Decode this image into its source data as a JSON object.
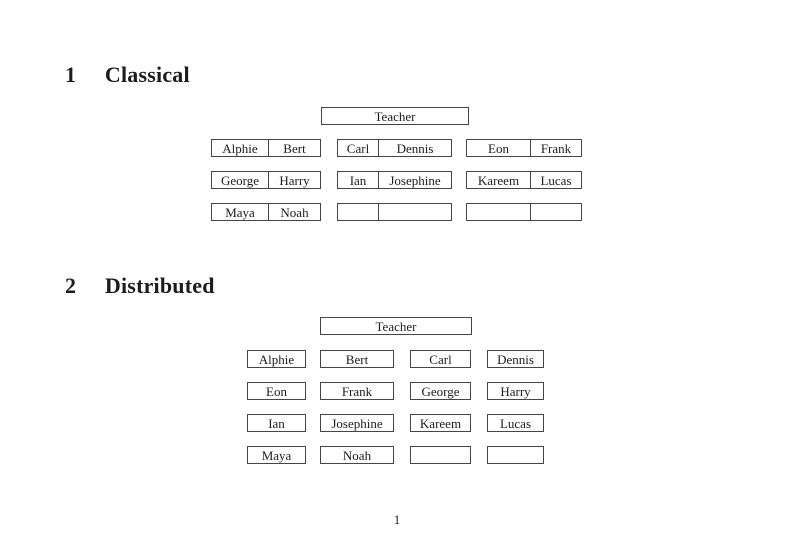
{
  "page": {
    "number": "1"
  },
  "sections": {
    "classical": {
      "heading_number": "1",
      "heading_title": "Classical",
      "teacher_label": "Teacher",
      "desks": [
        {
          "left": "Alphie",
          "right": "Bert"
        },
        {
          "left": "Carl",
          "right": "Dennis"
        },
        {
          "left": "Eon",
          "right": "Frank"
        },
        {
          "left": "George",
          "right": "Harry"
        },
        {
          "left": "Ian",
          "right": "Josephine"
        },
        {
          "left": "Kareem",
          "right": "Lucas"
        },
        {
          "left": "Maya",
          "right": "Noah"
        },
        {
          "left": "",
          "right": ""
        },
        {
          "left": "",
          "right": ""
        }
      ]
    },
    "distributed": {
      "heading_number": "2",
      "heading_title": "Distributed",
      "teacher_label": "Teacher",
      "seats": [
        "Alphie",
        "Bert",
        "Carl",
        "Dennis",
        "Eon",
        "Frank",
        "George",
        "Harry",
        "Ian",
        "Josephine",
        "Kareem",
        "Lucas",
        "Maya",
        "Noah",
        "",
        ""
      ]
    }
  }
}
